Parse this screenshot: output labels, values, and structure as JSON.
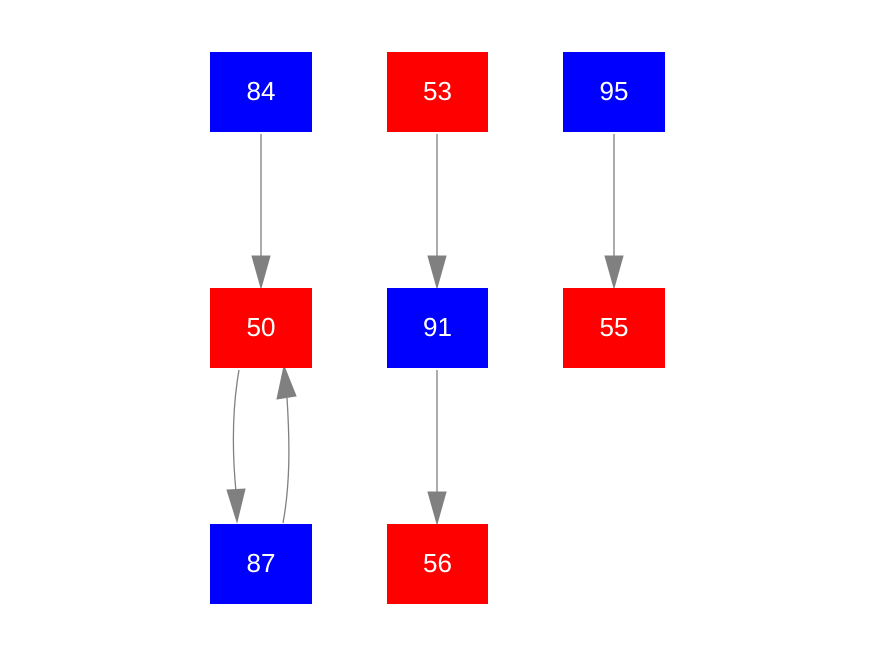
{
  "colors": {
    "blue_node": "#0000ff",
    "red_node": "#ff0000",
    "edge": "#808080",
    "label": "#ffffff",
    "background": "#ffffff"
  },
  "nodes": [
    {
      "id": "n84",
      "label": "84",
      "color": "blue"
    },
    {
      "id": "n53",
      "label": "53",
      "color": "red"
    },
    {
      "id": "n95",
      "label": "95",
      "color": "blue"
    },
    {
      "id": "n50",
      "label": "50",
      "color": "red"
    },
    {
      "id": "n91",
      "label": "91",
      "color": "blue"
    },
    {
      "id": "n55",
      "label": "55",
      "color": "red"
    },
    {
      "id": "n87",
      "label": "87",
      "color": "blue"
    },
    {
      "id": "n56",
      "label": "56",
      "color": "red"
    }
  ],
  "edges": [
    {
      "from": "84",
      "to": "50"
    },
    {
      "from": "53",
      "to": "91"
    },
    {
      "from": "95",
      "to": "55"
    },
    {
      "from": "91",
      "to": "56"
    },
    {
      "from": "50",
      "to": "87"
    },
    {
      "from": "87",
      "to": "50"
    }
  ]
}
